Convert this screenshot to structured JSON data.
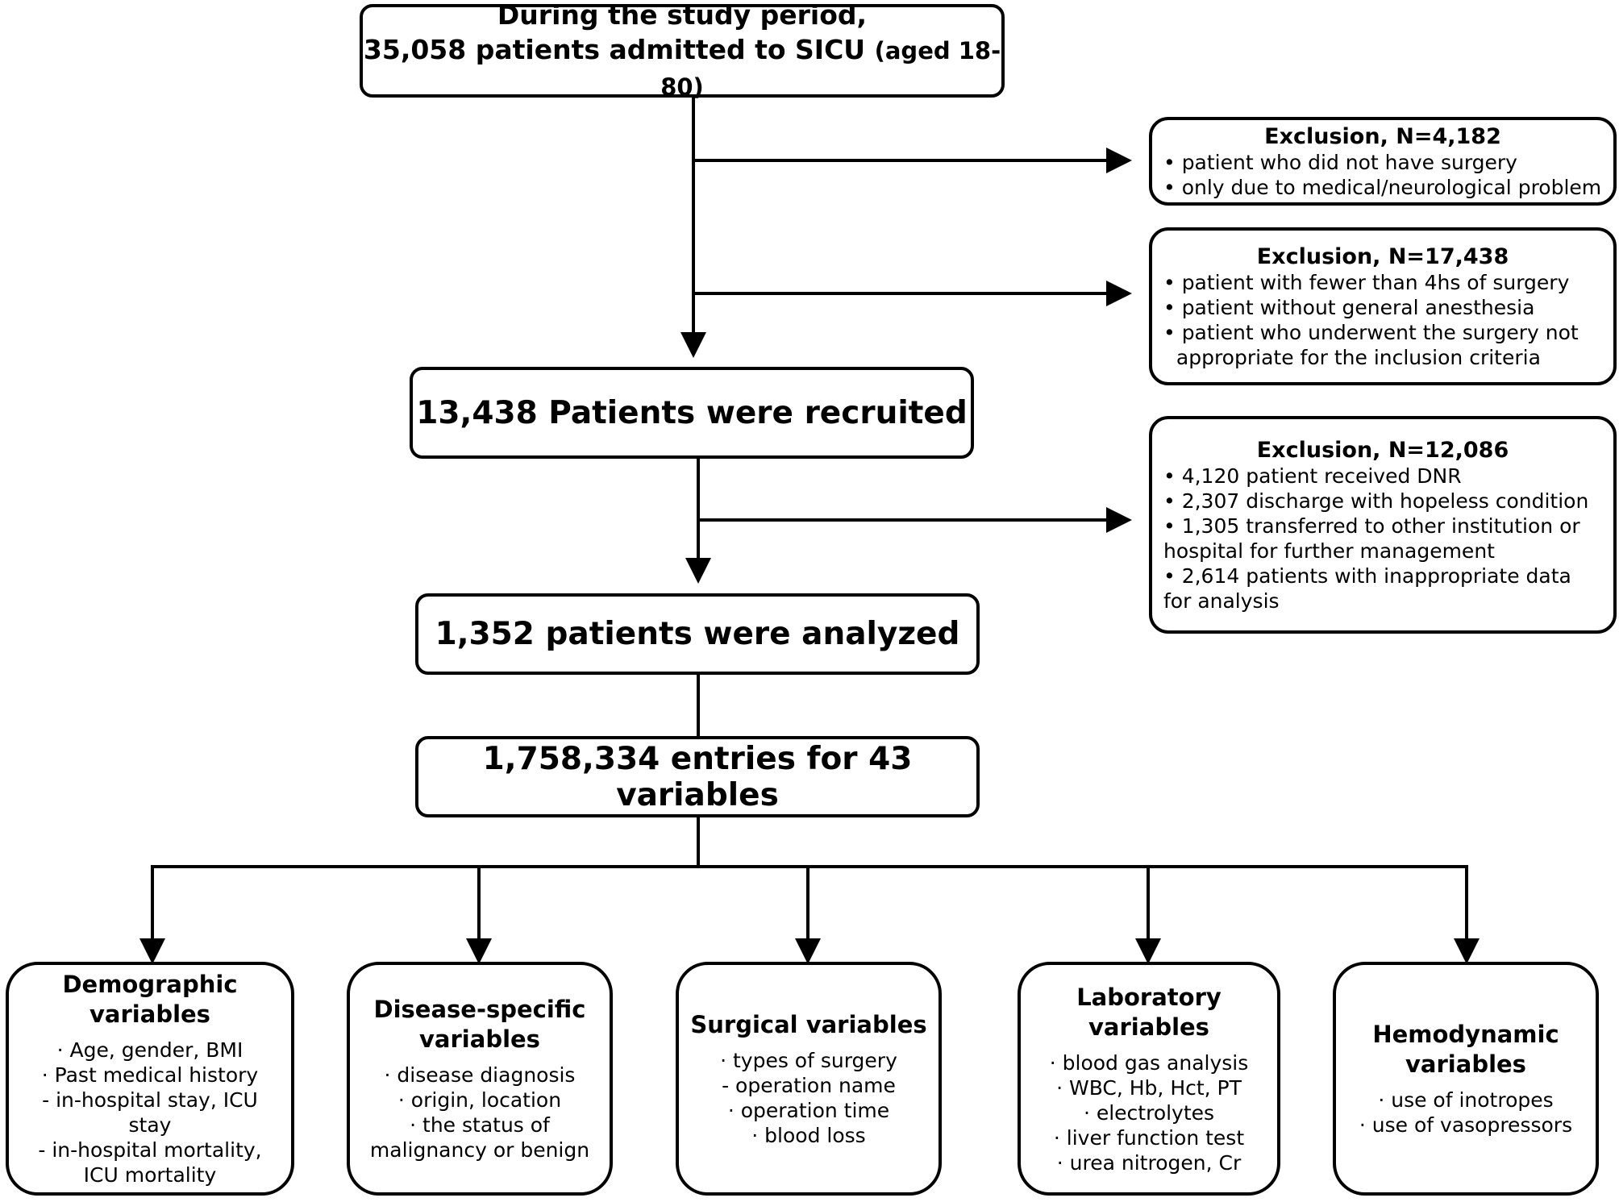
{
  "main_steps": {
    "start": {
      "line1": "During the study period,",
      "line2": "35,058 patients admitted to SICU",
      "line2_suffix": "(aged 18-80)"
    },
    "recruited": "13,438 Patients were recruited",
    "analyzed": "1,352 patients were analyzed",
    "entries": "1,758,334 entries for 43 variables"
  },
  "exclusions": [
    {
      "title": "Exclusion, N=4,182",
      "items": [
        "• patient who did not have surgery",
        "• only due to medical/neurological problem"
      ]
    },
    {
      "title": "Exclusion, N=17,438",
      "items": [
        "• patient with fewer than 4hs of surgery",
        "• patient without general anesthesia",
        "• patient who underwent the surgery not",
        "  appropriate for the inclusion criteria"
      ]
    },
    {
      "title": "Exclusion, N=12,086",
      "items": [
        "• 4,120 patient received DNR",
        "• 2,307 discharge with hopeless condition",
        "• 1,305 transferred to other institution or",
        "hospital for further management",
        "• 2,614 patients with inappropriate data",
        "for analysis"
      ]
    }
  ],
  "categories": [
    {
      "title_lines": [
        "Demographic",
        "variables"
      ],
      "items": [
        "· Age, gender, BMI",
        "· Past medical history",
        "- in-hospital stay, ICU",
        "stay",
        "- in-hospital mortality,",
        "ICU mortality"
      ]
    },
    {
      "title_lines": [
        "Disease-specific",
        "variables"
      ],
      "items": [
        "· disease diagnosis",
        "· origin, location",
        "· the status of",
        "malignancy or benign"
      ]
    },
    {
      "title_lines": [
        "Surgical variables"
      ],
      "items": [
        "· types of surgery",
        "- operation name",
        "· operation time",
        "· blood loss"
      ]
    },
    {
      "title_lines": [
        "Laboratory",
        "variables"
      ],
      "items": [
        "· blood gas analysis",
        "· WBC, Hb, Hct, PT",
        "· electrolytes",
        "· liver function test",
        "· urea nitrogen, Cr"
      ]
    },
    {
      "title_lines": [
        "Hemodynamic",
        "variables"
      ],
      "items": [
        "· use of inotropes",
        "· use of vasopressors"
      ]
    }
  ]
}
